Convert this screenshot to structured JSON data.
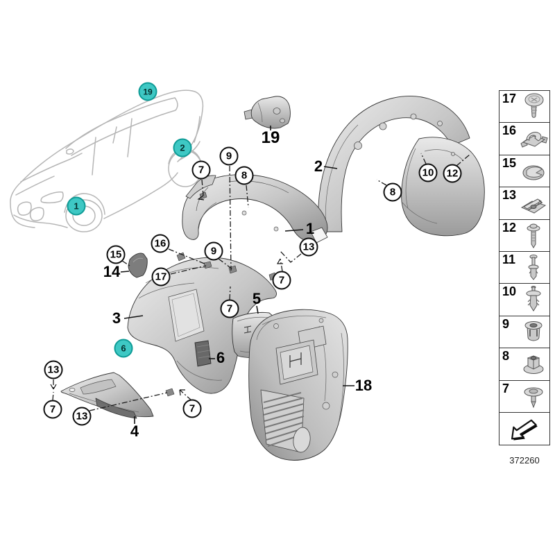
{
  "highlight_color": {
    "fill": "#3EC8C4",
    "stroke": "#0E9B96"
  },
  "car_markers": [
    {
      "label": "19"
    },
    {
      "label": "2"
    },
    {
      "label": "1"
    }
  ],
  "part_markers": [
    {
      "label": "6"
    }
  ],
  "part_labels": [
    {
      "label": "19"
    },
    {
      "label": "1"
    },
    {
      "label": "2"
    },
    {
      "label": "3"
    },
    {
      "label": "14"
    },
    {
      "label": "5"
    },
    {
      "label": "6"
    },
    {
      "label": "18"
    },
    {
      "label": "4"
    }
  ],
  "callouts": [
    {
      "label": "9"
    },
    {
      "label": "7"
    },
    {
      "label": "8"
    },
    {
      "label": "13"
    },
    {
      "label": "7"
    },
    {
      "label": "10"
    },
    {
      "label": "12"
    },
    {
      "label": "8"
    },
    {
      "label": "15"
    },
    {
      "label": "16"
    },
    {
      "label": "17"
    },
    {
      "label": "9"
    },
    {
      "label": "7"
    },
    {
      "label": "13"
    },
    {
      "label": "7"
    },
    {
      "label": "13"
    },
    {
      "label": "7"
    }
  ],
  "legend": {
    "items": [
      {
        "number": "17",
        "icon": "pan-head-screw-icon"
      },
      {
        "number": "16",
        "icon": "clip-nut-icon"
      },
      {
        "number": "15",
        "icon": "plastic-nut-icon"
      },
      {
        "number": "13",
        "icon": "cage-nut-icon"
      },
      {
        "number": "12",
        "icon": "flange-screw-icon"
      },
      {
        "number": "11",
        "icon": "expansion-rivet-icon"
      },
      {
        "number": "10",
        "icon": "blind-rivet-icon"
      },
      {
        "number": "9",
        "icon": "threaded-grommet-icon"
      },
      {
        "number": "8",
        "icon": "hex-nut-icon"
      },
      {
        "number": "7",
        "icon": "plastic-rivet-icon"
      },
      {
        "number": "",
        "icon": "direction-arrow-icon"
      }
    ],
    "figure_number": "372260"
  }
}
